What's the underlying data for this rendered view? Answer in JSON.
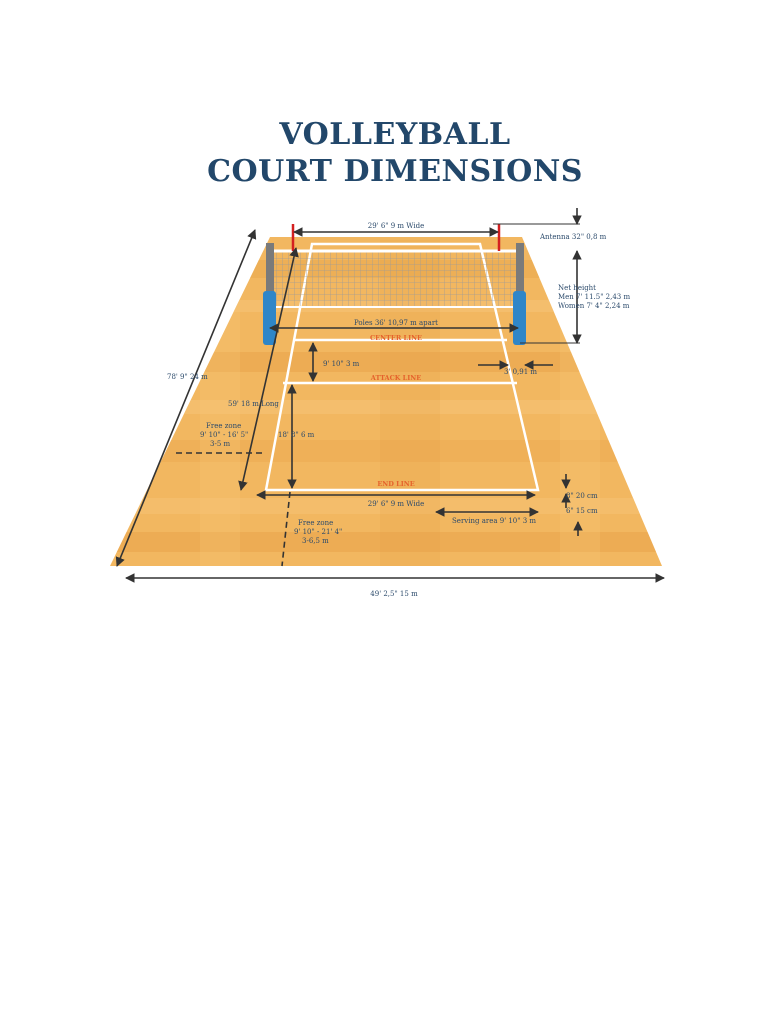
{
  "title": {
    "line1": "VOLLEYBALL",
    "line2": "COURT DIMENSIONS"
  },
  "labels": {
    "top_width": "29' 6\" 9 m Wide",
    "antenna": "Antenna 32\" 0,8 m",
    "net_height_title": "Net height",
    "net_height_men": "Men 7' 11.5\" 2,43 m",
    "net_height_women": "Women 7' 4\" 2,24 m",
    "poles": "Poles 36' 10,97 m apart",
    "center_line": "CENTER LINE",
    "attack_zone": "9' 10\" 3 m",
    "attack_line": "ATTACK LINE",
    "pole_offset": "3' 0,91 m",
    "overall_length": "78' 9\" 24 m",
    "court_length": "59' 18 m Long",
    "free_zone_side_title": "Free zone",
    "free_zone_side_ft": "9' 10\" - 16' 5\"",
    "free_zone_side_m": "3-5 m",
    "half_court": "18' 8\" 6 m",
    "end_line": "END LINE",
    "bottom_width": "29' 6\" 9 m Wide",
    "line_width": "8\" 20 cm",
    "serving_area": "Serving area 9' 10\" 3 m",
    "service_offset": "6\" 15 cm",
    "free_zone_back_title": "Free zone",
    "free_zone_back_ft": "9' 10\" - 21' 4\"",
    "free_zone_back_m": "3-6,5 m",
    "overall_width": "49' 2,5\" 15 m"
  },
  "colors": {
    "title": "#22476a",
    "label": "#2b4a6b",
    "line_name": "#e5622c",
    "floor_light": "#f2b760",
    "floor_dark": "#e6a048",
    "court_line": "#ffffff",
    "pole_pad": "#2f86c8",
    "antenna": "#d42020",
    "arrow": "#333333"
  }
}
